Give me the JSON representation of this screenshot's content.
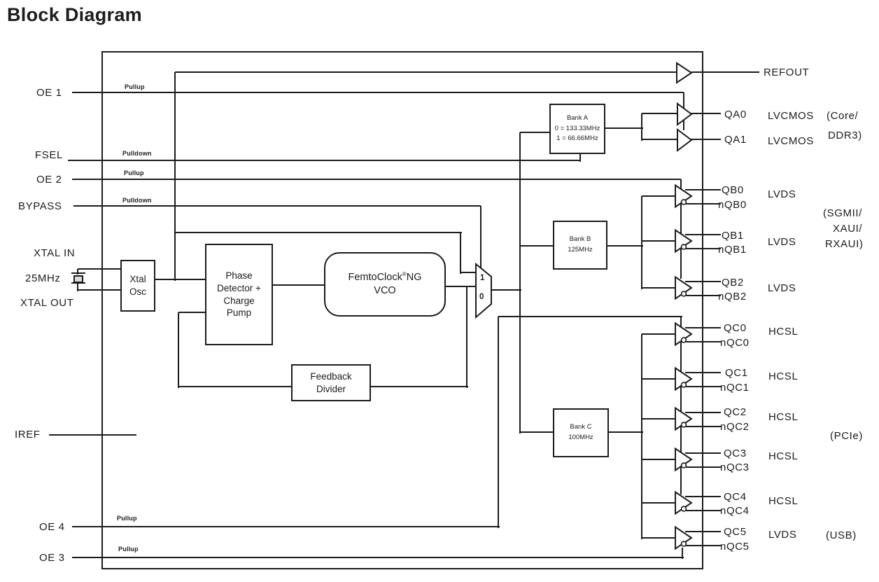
{
  "title": "Block Diagram",
  "colors": {
    "line": "#1c1c1c",
    "background": "#ffffff"
  },
  "pins": {
    "oe1": {
      "label": "OE 1",
      "pull": "Pullup"
    },
    "fsel": {
      "label": "FSEL",
      "pull": "Pulldown"
    },
    "oe2": {
      "label": "OE 2",
      "pull": "Pullup"
    },
    "bypass": {
      "label": "BYPASS",
      "pull": "Pulldown"
    },
    "xtal_in": {
      "label": "XTAL IN"
    },
    "xtal_out": {
      "label": "XTAL OUT"
    },
    "iref": {
      "label": "IREF"
    },
    "oe4": {
      "label": "OE 4",
      "pull": "Pullup"
    },
    "oe3": {
      "label": "OE 3",
      "pull": "Pullup"
    }
  },
  "crystal": {
    "freq": "25MHz"
  },
  "blocks": {
    "xtal_osc": {
      "line1": "Xtal",
      "line2": "Osc"
    },
    "pll": {
      "line1": "Phase",
      "line2": "Detector +",
      "line3": "Charge",
      "line4": "Pump"
    },
    "vco": {
      "name": "FemtoClock",
      "reg": "®",
      "ng": "NG",
      "line2": "VCO"
    },
    "fbdiv": {
      "line1": "Feedback",
      "line2": "Divider"
    },
    "bank_a": {
      "title": "Bank A",
      "opt0": "0 = 133.33MHz",
      "opt1": "1 = 66.66MHz"
    },
    "bank_b": {
      "title": "Bank B",
      "freq": "125MHz"
    },
    "bank_c": {
      "title": "Bank C",
      "freq": "100MHz"
    },
    "mux": {
      "in1": "1",
      "in0": "0"
    }
  },
  "outputs": {
    "refout": "REFOUT",
    "qa": [
      {
        "p": "QA0",
        "type": "LVCMOS"
      },
      {
        "p": "QA1",
        "type": "LVCMOS"
      }
    ],
    "qb": [
      {
        "p": "QB0",
        "n": "nQB0",
        "type": "LVDS"
      },
      {
        "p": "QB1",
        "n": "nQB1",
        "type": "LVDS"
      },
      {
        "p": "QB2",
        "n": "nQB2",
        "type": "LVDS"
      }
    ],
    "qc": [
      {
        "p": "QC0",
        "n": "nQC0",
        "type": "HCSL"
      },
      {
        "p": "QC1",
        "n": "nQC1",
        "type": "HCSL"
      },
      {
        "p": "QC2",
        "n": "nQC2",
        "type": "HCSL"
      },
      {
        "p": "QC3",
        "n": "nQC3",
        "type": "HCSL"
      },
      {
        "p": "QC4",
        "n": "nQC4",
        "type": "HCSL"
      },
      {
        "p": "QC5",
        "n": "nQC5",
        "type": "LVDS"
      }
    ]
  },
  "annotations": {
    "qa_app1": "(Core/",
    "qa_app2": "DDR3)",
    "qb_app1": "(SGMII/",
    "qb_app2": "XAUI/",
    "qb_app3": "RXAUI)",
    "qc_app": "(PCIe)",
    "qc5_app": "(USB)"
  }
}
